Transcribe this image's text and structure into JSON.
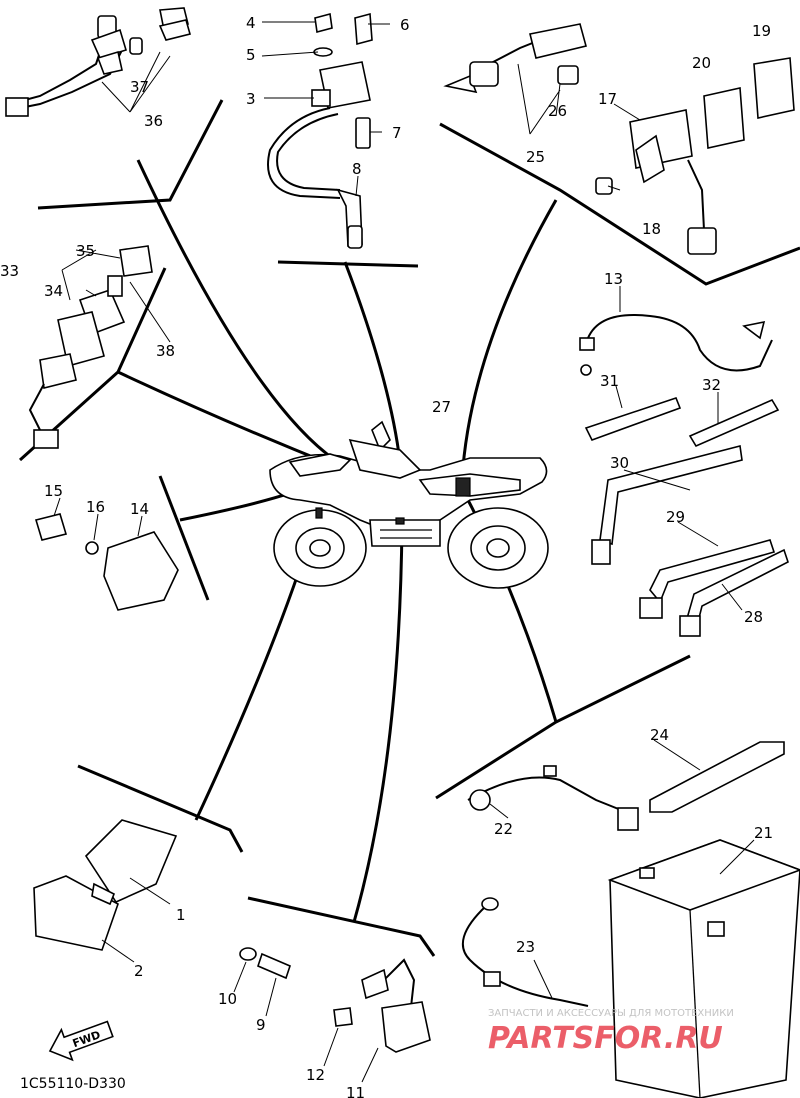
{
  "diagram": {
    "drawing_code": "1C55110-D330",
    "fwd_label": "FWD",
    "watermark": {
      "tagline": "ЗАПЧАСТИ И АКСЕССУАРЫ ДЛЯ МОТОТЕХНИКИ",
      "brand": "PARTSFOR.RU"
    },
    "callouts": [
      "1",
      "2",
      "3",
      "4",
      "5",
      "6",
      "7",
      "8",
      "9",
      "10",
      "11",
      "12",
      "13",
      "14",
      "15",
      "16",
      "17",
      "18",
      "19",
      "20",
      "21",
      "22",
      "23",
      "24",
      "25",
      "26",
      "27",
      "28",
      "29",
      "30",
      "31",
      "32",
      "33",
      "34",
      "35",
      "36",
      "37",
      "38"
    ],
    "colors": {
      "ink": "#000000",
      "background": "#ffffff",
      "watermark_red": "#e8434f",
      "watermark_grey": "#b9b9b9"
    }
  }
}
